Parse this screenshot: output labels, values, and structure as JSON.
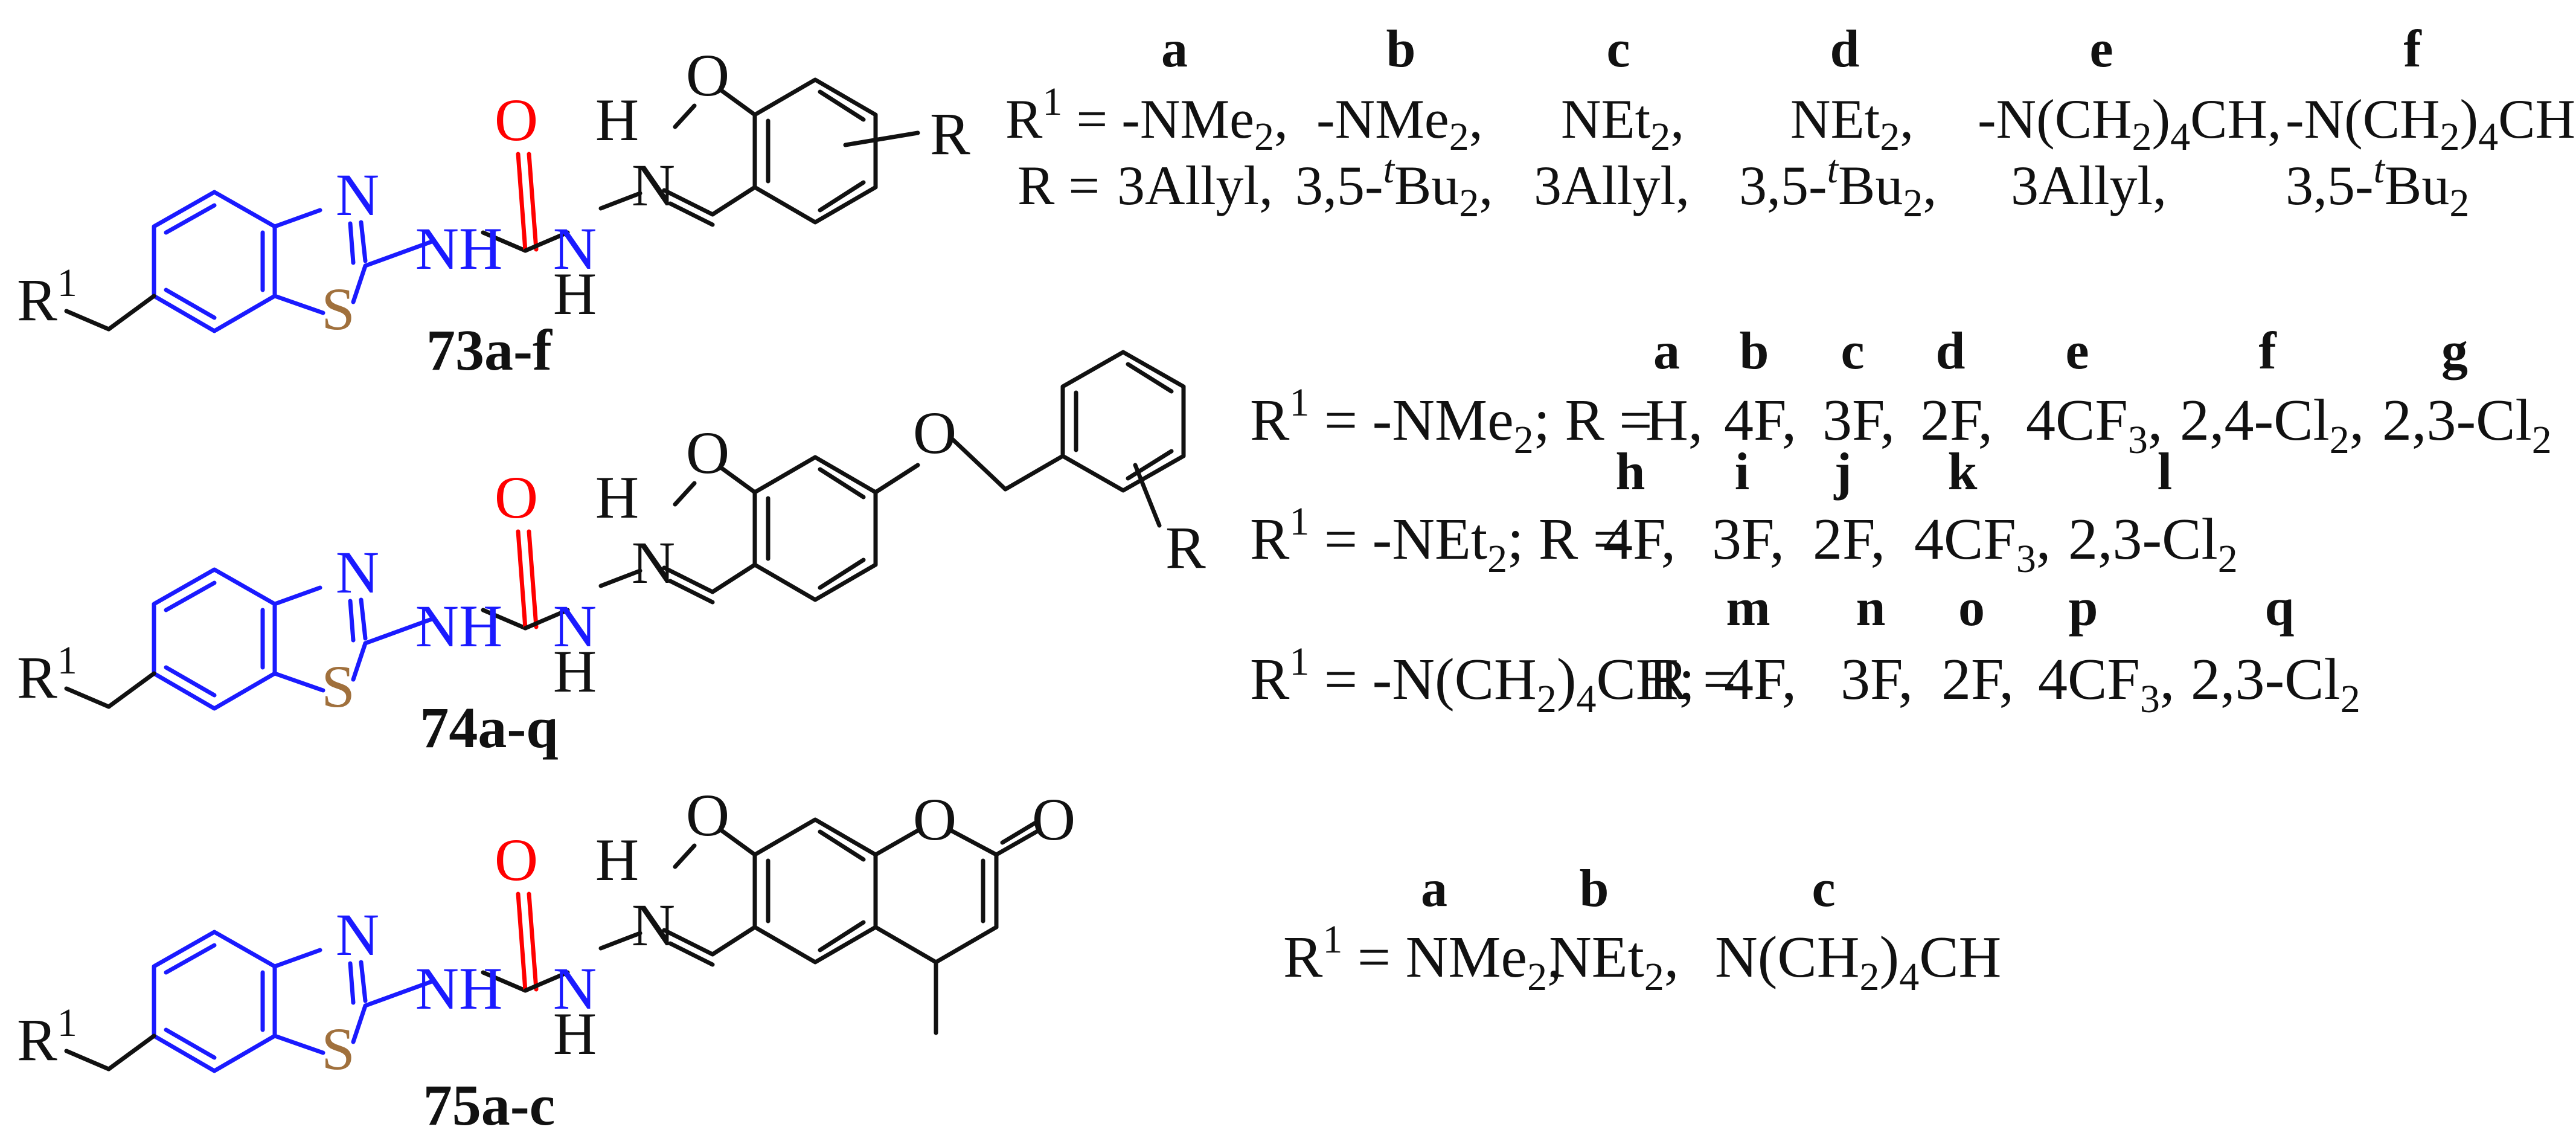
{
  "colors": {
    "benzothiazole": "#1a1aff",
    "sulfur": "#a0703c",
    "carbonyl": "#ff0000",
    "bonds": "#111111"
  },
  "common_atoms": {
    "N_ring": "N",
    "S_ring": "S",
    "NH": "NH",
    "O_carbonyl": "O",
    "N_hydrazone": "N",
    "H": "H",
    "N_imine": "N",
    "O_phenol": "O",
    "R1": "R",
    "R1_sup": "1",
    "R": "R",
    "O_ether": "O",
    "O_lactone": "O",
    "O_lactone_co": "O"
  },
  "compounds": {
    "c73": {
      "label": "73a-f"
    },
    "c74": {
      "label": "74a-q"
    },
    "c75": {
      "label": "75a-c"
    }
  },
  "table73": {
    "headers": [
      "a",
      "b",
      "c",
      "d",
      "e",
      "f"
    ],
    "r1_prefix": "R",
    "r1_sup": "1",
    "r1_eq": " = -NMe",
    "r1_sub": "2",
    "r1_comma": ",",
    "r1_b": "-NMe",
    "r1_b_sub": "2",
    "r1_b_comma": ",",
    "r1_c": "NEt",
    "r1_c_sub": "2",
    "r1_c_comma": ",",
    "r1_d": "NEt",
    "r1_d_sub": "2",
    "r1_d_comma": ",",
    "r1_e": "-N(CH",
    "r1_e_sub": "2",
    "r1_e_tail": ")",
    "r1_e_sub2": "4",
    "r1_e_end": "CH,",
    "r1_f": "-N(CH",
    "r1_f_sub": "2",
    "r1_f_tail": ")",
    "r1_f_sub2": "4",
    "r1_f_end": "CH",
    "r_prefix": "R =",
    "r_a": "3Allyl,",
    "r_b": "3,5-",
    "r_b_sup": "t",
    "r_b_mid": "Bu",
    "r_b_sub": "2",
    "r_b_comma": ",",
    "r_c": "3Allyl,",
    "r_d": "3,5-",
    "r_d_sup": "t",
    "r_d_mid": "Bu",
    "r_d_sub": "2",
    "r_d_comma": ",",
    "r_e": "3Allyl,",
    "r_f": "3,5-",
    "r_f_sup": "t",
    "r_f_mid": "Bu",
    "r_f_sub": "2"
  },
  "table74": {
    "row1_headers": [
      "a",
      "b",
      "c",
      "d",
      "e",
      "f",
      "g"
    ],
    "row1_prefix": "R",
    "row1_sup": "1",
    "row1_eq": " = -NMe",
    "row1_sub": "2",
    "row1_mid": "; R =",
    "row1_a": "H,",
    "row1_b": "4F,",
    "row1_c": "3F,",
    "row1_d": "2F,",
    "row1_e": "4CF",
    "row1_e_sub": "3",
    "row1_e_comma": ",",
    "row1_f": "2,4-Cl",
    "row1_f_sub": "2",
    "row1_f_comma": ",",
    "row1_g": "2,3-Cl",
    "row1_g_sub": "2",
    "row2_headers": [
      "h",
      "i",
      "j",
      "k",
      "l"
    ],
    "row2_prefix": "R",
    "row2_sup": "1",
    "row2_eq": " = -NEt",
    "row2_sub": "2",
    "row2_mid": "; R =",
    "row2_h": "4F,",
    "row2_i": "3F,",
    "row2_j": "2F,",
    "row2_k": "4CF",
    "row2_k_sub": "3",
    "row2_k_comma": ",",
    "row2_l": "2,3-Cl",
    "row2_l_sub": "2",
    "row3_headers": [
      "m",
      "n",
      "o",
      "p",
      "q"
    ],
    "row3_prefix": "R",
    "row3_sup": "1",
    "row3_eq": " = -N(CH",
    "row3_sub": "2",
    "row3_tail": ")",
    "row3_sub2": "4",
    "row3_end": "CH;",
    "row3_mid": "R =",
    "row3_m": "4F,",
    "row3_n": "3F,",
    "row3_o": "2F,",
    "row3_p": "4CF",
    "row3_p_sub": "3",
    "row3_p_comma": ",",
    "row3_q": "2,3-Cl",
    "row3_q_sub": "2"
  },
  "table75": {
    "headers": [
      "a",
      "b",
      "c"
    ],
    "prefix": "R",
    "sup": "1",
    "eq": " = NMe",
    "sub": "2",
    "comma": ",",
    "b_val": "NEt",
    "b_sub": "2",
    "b_comma": ",",
    "c_val": "N(CH",
    "c_sub": "2",
    "c_tail": ")",
    "c_sub2": "4",
    "c_end": "CH"
  }
}
